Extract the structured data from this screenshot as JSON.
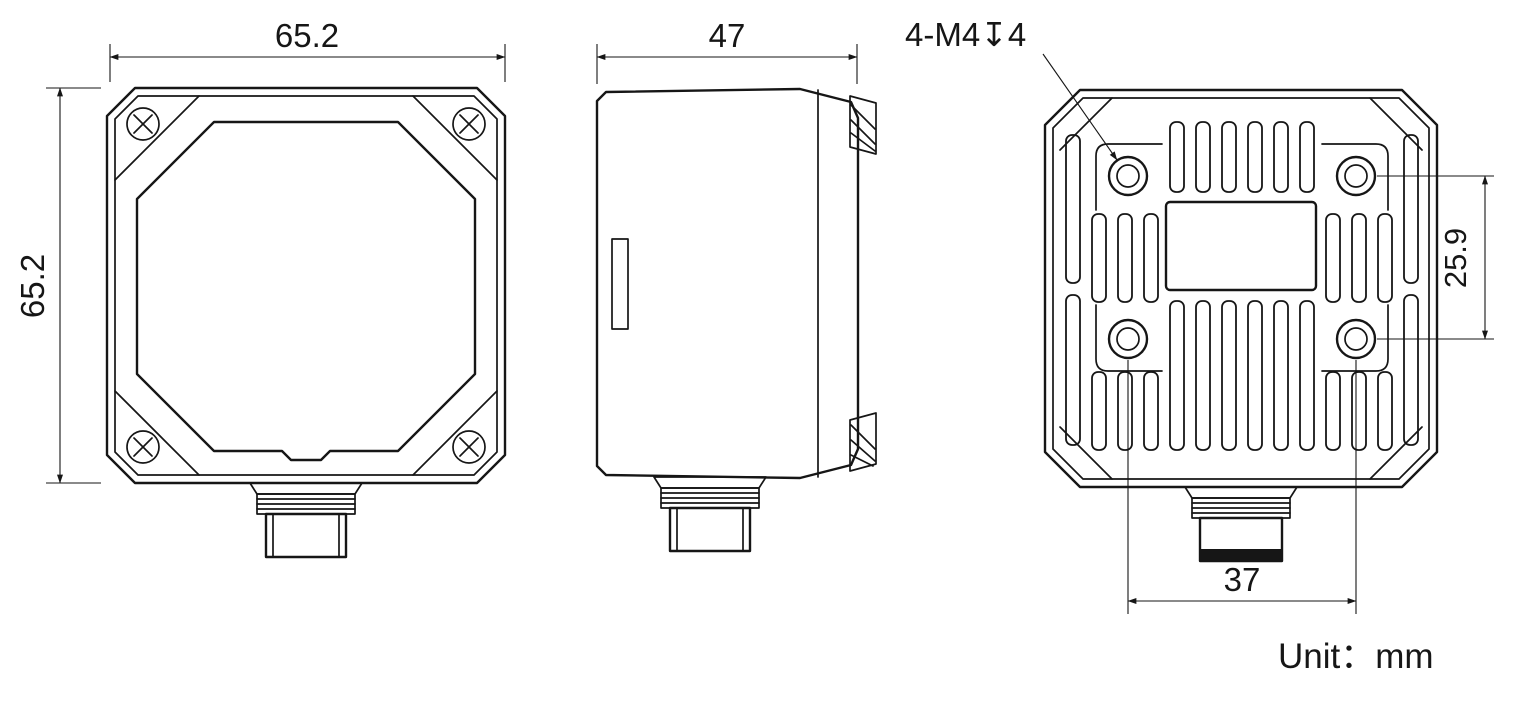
{
  "drawing": {
    "dimensions": {
      "front_width": "65.2",
      "front_height": "65.2",
      "side_depth": "47",
      "thread_callout": "4-M4↧4",
      "hole_spacing_vertical": "25.9",
      "hole_spacing_horizontal": "37"
    },
    "unit_label": "Unit：mm"
  }
}
